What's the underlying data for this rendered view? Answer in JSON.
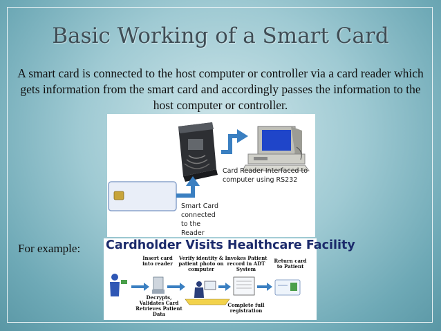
{
  "slide": {
    "title": "Basic Working of a Smart Card",
    "body": "A smart card is connected to the host computer or controller via a card reader which gets information from the smart card and accordingly passes the information to the host computer or controller.",
    "example_label": "For example:"
  },
  "figure1": {
    "reader_label": [
      "Card Reader Interfaced to",
      "computer using RS232"
    ],
    "card_label": [
      "Smart Card",
      "connected",
      "to the",
      "Reader"
    ]
  },
  "figure2": {
    "title": "Cardholder Visits Healthcare Facility",
    "steps": [
      [
        "Insert card",
        "into reader"
      ],
      [
        "Verify identity &",
        "patient photo on",
        "computer"
      ],
      [
        "Invokes Patient",
        "record in ADT",
        "System"
      ],
      [
        "Return card",
        "to Patient"
      ],
      [
        "Decrypts,",
        "Validates Card",
        "Retrieves Patient",
        "Data"
      ],
      [
        "Complete full",
        "registration"
      ]
    ]
  },
  "colors": {
    "title": "#3f4d55",
    "arrow": "#3a7fc1",
    "card": "#e9eef8",
    "figure2_title": "#1b2a6b"
  }
}
